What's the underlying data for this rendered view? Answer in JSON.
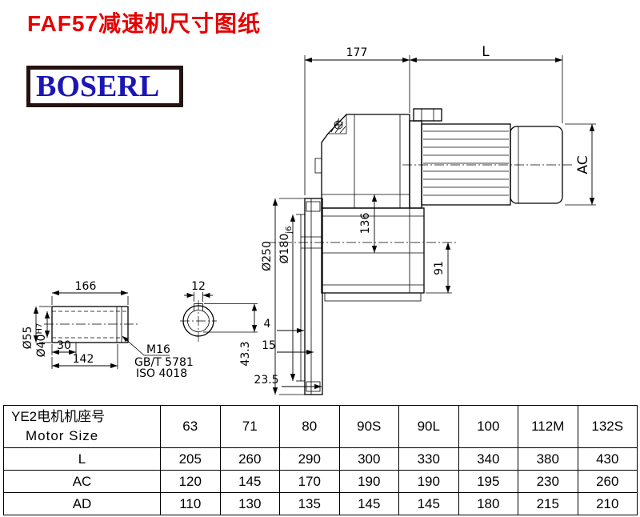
{
  "page": {
    "title": "FAF57减速机尺寸图纸",
    "logo_text": "BOSERL"
  },
  "colors": {
    "title_red": "#e60000",
    "logo_blue": "#1b16b4",
    "logo_border": "#241210",
    "line_black": "#000000"
  },
  "drawing": {
    "dim_177": "177",
    "dim_L": "L",
    "dim_AC": "AC",
    "dim_250": "Ø250",
    "spigot_main": "Ø180",
    "spigot_fit": "j6",
    "dim_136": "136",
    "dim_91": "91",
    "dim_4": "4",
    "dim_15": "15",
    "dim_23_5": "23.5",
    "dim_43_3": "43.3",
    "dim_166": "166",
    "dim_12": "12",
    "dim_30": "30",
    "dim_142": "142",
    "dim_55": "Ø55",
    "bore_main": "Ø40",
    "bore_fit": "H7",
    "thread": "M16",
    "std_1": "GB/T 5781",
    "std_2": "ISO 4018"
  },
  "table": {
    "header": {
      "label_line1": "YE2电机机座号",
      "label_line2": "Motor Size",
      "sizes": [
        "63",
        "71",
        "80",
        "90S",
        "90L",
        "100",
        "112M",
        "132S"
      ]
    },
    "rows": [
      {
        "label": "L",
        "values": [
          "205",
          "260",
          "290",
          "300",
          "330",
          "340",
          "380",
          "430"
        ]
      },
      {
        "label": "AC",
        "values": [
          "120",
          "145",
          "170",
          "190",
          "190",
          "195",
          "230",
          "260"
        ]
      },
      {
        "label": "AD",
        "values": [
          "110",
          "130",
          "135",
          "145",
          "145",
          "180",
          "215",
          "210"
        ]
      }
    ]
  }
}
